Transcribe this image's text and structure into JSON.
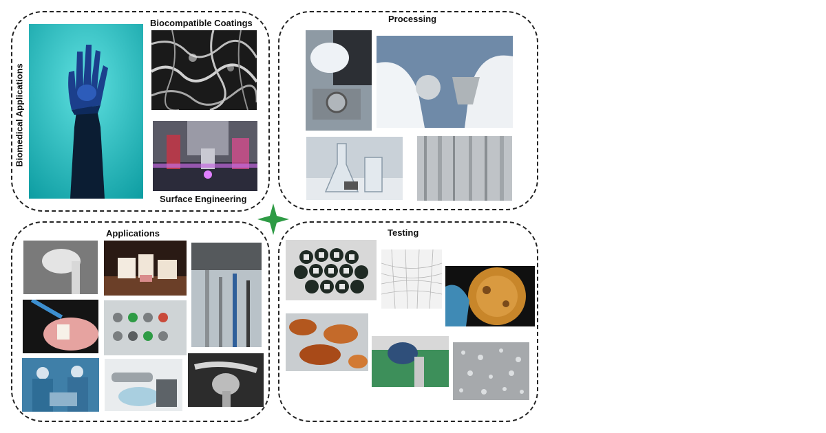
{
  "panels": {
    "biomedical": {
      "side_label": "Biomedical Applications",
      "top_label": "Biocompatible Coatings",
      "bottom_label": "Surface Engineering"
    },
    "processing": {
      "title": "Processing"
    },
    "applications": {
      "title": "Applications"
    },
    "testing": {
      "title": "Testing"
    }
  },
  "colors": {
    "border": "#222222",
    "star": "#2e9b45",
    "hand_background": "#1fb5b8"
  },
  "icons": {
    "center": "four-point-star-icon"
  }
}
